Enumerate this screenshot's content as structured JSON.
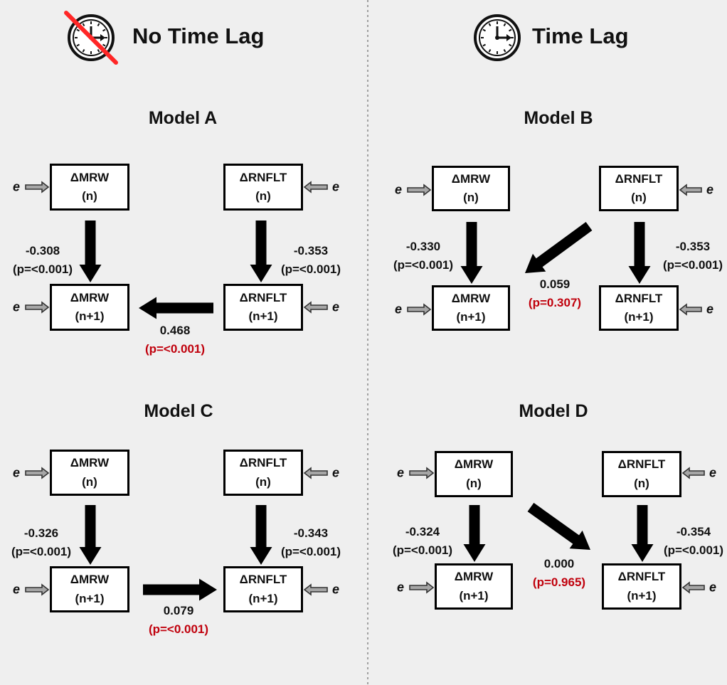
{
  "header": {
    "left": {
      "title": "No Time Lag",
      "icon": "clock-crossed-out-icon"
    },
    "right": {
      "title": "Time Lag",
      "icon": "clock-icon"
    }
  },
  "colors": {
    "arrow": "#000000",
    "error_arrow_fill": "#a6a6a6",
    "significance_red": "#c0000c",
    "divider": "#a0a0a0"
  },
  "error_term": "e",
  "models": [
    {
      "id": "A",
      "title": "Model A",
      "nodes": {
        "mrw_n": {
          "line1": "ΔMRW",
          "line2": "(n)"
        },
        "rnflt_n": {
          "line1": "ΔRNFLT",
          "line2": "(n)"
        },
        "mrw_n1": {
          "line1": "ΔMRW",
          "line2": "(n+1)"
        },
        "rnflt_n1": {
          "line1": "ΔRNFLT",
          "line2": "(n+1)"
        }
      },
      "paths": {
        "mrw_auto": {
          "coef": "-0.308",
          "p": "(p=<0.001)"
        },
        "rnflt_auto": {
          "coef": "-0.353",
          "p": "(p=<0.001)"
        },
        "cross": {
          "from": "rnflt_n1",
          "to": "mrw_n1",
          "coef": "0.468",
          "p": "(p=<0.001)"
        }
      }
    },
    {
      "id": "B",
      "title": "Model B",
      "nodes": {
        "mrw_n": {
          "line1": "ΔMRW",
          "line2": "(n)"
        },
        "rnflt_n": {
          "line1": "ΔRNFLT",
          "line2": "(n)"
        },
        "mrw_n1": {
          "line1": "ΔMRW",
          "line2": "(n+1)"
        },
        "rnflt_n1": {
          "line1": "ΔRNFLT",
          "line2": "(n+1)"
        }
      },
      "paths": {
        "mrw_auto": {
          "coef": "-0.330",
          "p": "(p=<0.001)"
        },
        "rnflt_auto": {
          "coef": "-0.353",
          "p": "(p=<0.001)"
        },
        "cross": {
          "from": "rnflt_n",
          "to": "mrw_n1",
          "coef": "0.059",
          "p": "(p=0.307)"
        }
      }
    },
    {
      "id": "C",
      "title": "Model C",
      "nodes": {
        "mrw_n": {
          "line1": "ΔMRW",
          "line2": "(n)"
        },
        "rnflt_n": {
          "line1": "ΔRNFLT",
          "line2": "(n)"
        },
        "mrw_n1": {
          "line1": "ΔMRW",
          "line2": "(n+1)"
        },
        "rnflt_n1": {
          "line1": "ΔRNFLT",
          "line2": "(n+1)"
        }
      },
      "paths": {
        "mrw_auto": {
          "coef": "-0.326",
          "p": "(p=<0.001)"
        },
        "rnflt_auto": {
          "coef": "-0.343",
          "p": "(p=<0.001)"
        },
        "cross": {
          "from": "mrw_n1",
          "to": "rnflt_n1",
          "coef": "0.079",
          "p": "(p=<0.001)"
        }
      }
    },
    {
      "id": "D",
      "title": "Model D",
      "nodes": {
        "mrw_n": {
          "line1": "ΔMRW",
          "line2": "(n)"
        },
        "rnflt_n": {
          "line1": "ΔRNFLT",
          "line2": "(n)"
        },
        "mrw_n1": {
          "line1": "ΔMRW",
          "line2": "(n+1)"
        },
        "rnflt_n1": {
          "line1": "ΔRNFLT",
          "line2": "(n+1)"
        }
      },
      "paths": {
        "mrw_auto": {
          "coef": "-0.324",
          "p": "(p=<0.001)"
        },
        "rnflt_auto": {
          "coef": "-0.354",
          "p": "(p=<0.001)"
        },
        "cross": {
          "from": "mrw_n",
          "to": "rnflt_n1",
          "coef": "0.000",
          "p": "(p=0.965)"
        }
      }
    }
  ]
}
